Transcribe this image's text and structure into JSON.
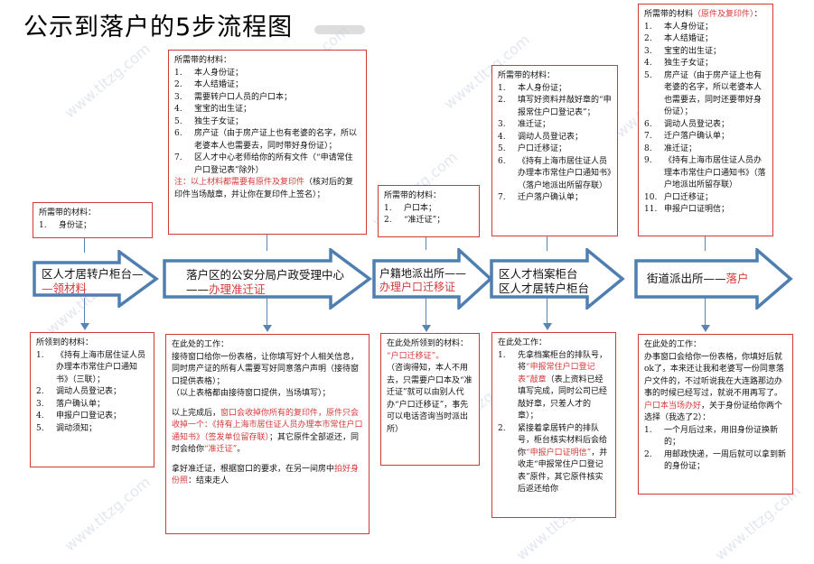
{
  "title": "公示到落户的5步流程图",
  "watermark": "www.tltzg.com",
  "colors": {
    "arrow_fill": "#ffffff",
    "arrow_stroke": "#4f7fb0",
    "box_border": "#d43a3a",
    "highlight": "#d43a3a"
  },
  "top_boxes": [
    {
      "title": "所需带的材料：",
      "items": [
        {
          "num": "1.",
          "text": "身份证；"
        }
      ]
    },
    {
      "title": "所需带的材料：",
      "items": [
        {
          "num": "1.",
          "text": "本人身份证；"
        },
        {
          "num": "2.",
          "text": "本人结婚证；"
        },
        {
          "num": "3.",
          "text": "需要转户口人员的户口本；"
        },
        {
          "num": "4.",
          "text": "宝宝的出生证；"
        },
        {
          "num": "5.",
          "text": "独生子女证；"
        },
        {
          "num": "6.",
          "text": "房产证（由于房产证上也有老婆的名字，所以老婆本人也需要去，同时带好身份证）；"
        },
        {
          "num": "7.",
          "text": "区人才中心老师给你的所有文件（“申请常住户口登记表”除外）"
        }
      ],
      "note_red": "注：以上材料都需要有原件及复印件",
      "note_black": "（核对后的复印件当场敲章，并让你在复印件上签名）；"
    },
    {
      "title": "所需带的材料：",
      "items": [
        {
          "num": "1.",
          "text": "户口本；"
        },
        {
          "num": "2.",
          "text": "“准迁证”；"
        }
      ]
    },
    {
      "title": "所需带的材料：",
      "items": [
        {
          "num": "1.",
          "text": "本人身份证；"
        },
        {
          "num": "2.",
          "text": "填写好资料并敲好章的“申报常住户口登记表”；"
        },
        {
          "num": "3.",
          "text": "准迁证；"
        },
        {
          "num": "4.",
          "text": "调动人员登记表；"
        },
        {
          "num": "5.",
          "text": "户口迁移证；"
        },
        {
          "num": "6.",
          "text": "《持有上海市居住证人员办理本市常住户口通知书》（落户地派出所留存联）"
        },
        {
          "num": "7.",
          "text": "迁户落户确认单；"
        }
      ]
    },
    {
      "title": "所需带的材料",
      "title_red": "（原件及复印件）",
      "title_end": "：",
      "items": [
        {
          "num": "1.",
          "text": "本人身份证；"
        },
        {
          "num": "2.",
          "text": "本人结婚证；"
        },
        {
          "num": "3.",
          "text": "宝宝的出生证；"
        },
        {
          "num": "4.",
          "text": "独生子女证；"
        },
        {
          "num": "5.",
          "text": "房产证（由于房产证上也有老婆的名字，所以老婆本人也需要去，同时还要带好身份证）；"
        },
        {
          "num": "6.",
          "text": "调动人员登记表；"
        },
        {
          "num": "7.",
          "text": "迁户落户确认单；"
        },
        {
          "num": "8.",
          "text": "准迁证；"
        },
        {
          "num": "9.",
          "text": "《持有上海市居住证人员办理本市常住户口通知书》（落户地派出所留存联）"
        },
        {
          "num": "10.",
          "text": "户口迁移证；"
        },
        {
          "num": "11.",
          "text": "申报户口证明信；"
        }
      ]
    }
  ],
  "arrows": [
    {
      "label": "区人才居转户柜台—",
      "label_red": "—领材料"
    },
    {
      "label": "落户区的公安分局户政受理中心——",
      "label_red": "办理准迁证"
    },
    {
      "label": "户籍地派出所——",
      "label_red": "办理户口迁移证"
    },
    {
      "label": "区人才档案柜台",
      "label2": "区人才居转户柜台"
    },
    {
      "label": "街道派出所——",
      "label_red": "落户"
    }
  ],
  "bottom": {
    "b1": {
      "title": "所领到的材料：",
      "items": [
        {
          "num": "1.",
          "text": "《持有上海市居住证人员办理本市常住户口通知书》（三联）；"
        },
        {
          "num": "2.",
          "text": "调动人员登记表；"
        },
        {
          "num": "3.",
          "text": "落户确认单；"
        },
        {
          "num": "4.",
          "text": "申报户口登记表；"
        },
        {
          "num": "5.",
          "text": "调动须知；"
        }
      ]
    },
    "b2": {
      "title": "在此处的工作：",
      "p1": "接待窗口给你一份表格，让你填写好个人相关信息，同时房产证的所有人需要写好同意落户声明（接待窗口提供表格）；",
      "p2": "（以上表格都由接待窗口提供，当场填写）；",
      "p3_a": "以上完成后，",
      "p3_b": "窗口会收掉你所有的复印件，原件只会收掉一个：《持有上海市居住证人员办理本市常住户口通知书》（签发单位留存联）",
      "p3_c": "；其它原件全部返还，同时会给你",
      "p3_d": "“准迁证”",
      "p3_e": "。",
      "p4_a": "拿好准迁证，根据窗口的要求，在另一间房中",
      "p4_b": "拍好身份照",
      "p4_c": "：结束走人"
    },
    "b3": {
      "title": "在此处所领到的材料：",
      "red": "“户口迁移证”。",
      "black": "（咨询得知，本人不用去，只需要户口本及“准迁证”就可以由别人代办“户口迁移证”，事先可以电话咨询当时派出所）"
    },
    "b4": {
      "title": "在此处工作：",
      "item1_a": "先拿档案柜台的排队号，将",
      "item1_b": "“申报常住户口登记表”敲章",
      "item1_c": "（表上资料已经填写完成，同时公司已经敲好章，只差人才的章）；",
      "item2_a": "紧接着拿居转户的排队号，柜台核实材料后会给你",
      "item2_b": "“申报户口证明信”",
      "item2_c": "，并收走“申报常住户口登记表”原件，其它原件核实后返还给你"
    },
    "b5": {
      "title": "在此处的工作：",
      "p1": "办事窗口会给你一份表格，你填好后就ok了，本来还让我和老婆写一份同意落户文件的，不过听说我在大连路那边办事的时候已经写过，就说不用再写了。",
      "p2_red": "户口本当场办好",
      "p2_black": "，关于身份证给你两个选择（我选了2）：",
      "items": [
        {
          "num": "1.",
          "text": "一个月后过来，用旧身份证换新的；"
        },
        {
          "num": "2.",
          "text": "用邮政快递，一周后就可以拿到新的身份证；"
        }
      ]
    }
  }
}
